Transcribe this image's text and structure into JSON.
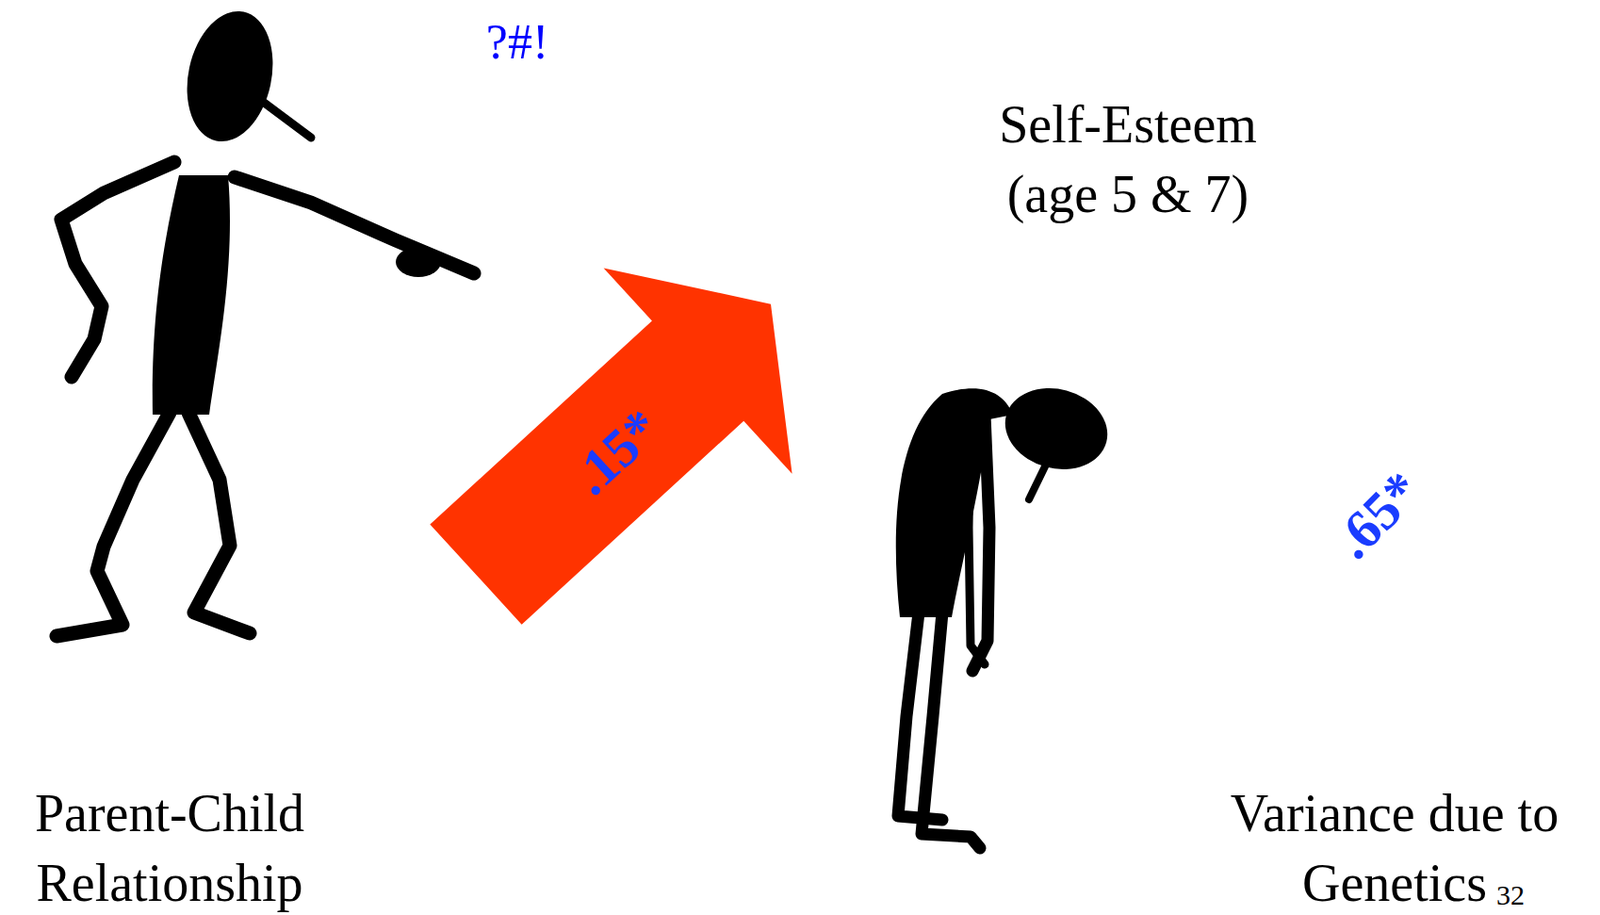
{
  "diagram": {
    "nodes": [
      {
        "text": [
          "Parent-Child Relationship"
        ]
      },
      {
        "text": [
          "Self-Esteem (age 5 & 7)"
        ]
      }
    ],
    "edges": [
      {
        "from": 0,
        "to": 1,
        "label": ".15*",
        "arrow": "to"
      }
    ],
    "labels": [
      "?#!",
      ".65*",
      "Variance due to Genetics",
      "32"
    ]
  }
}
